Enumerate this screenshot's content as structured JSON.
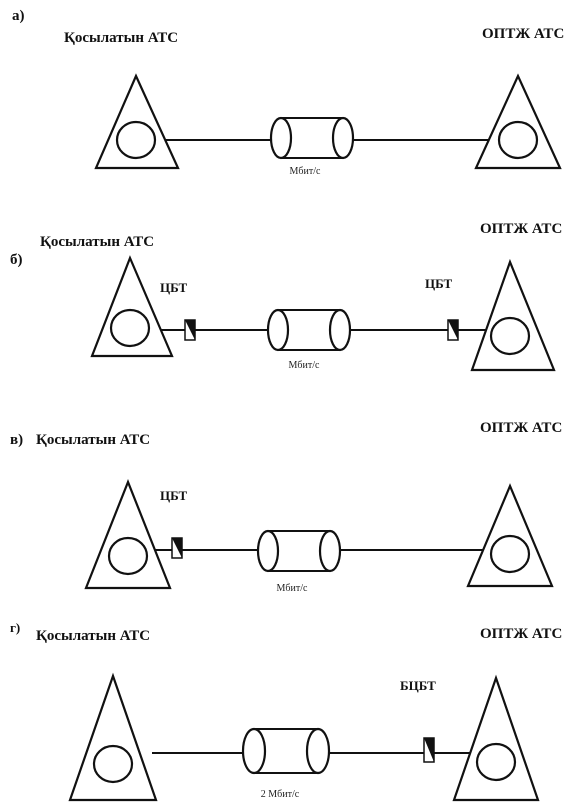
{
  "panels": [
    {
      "marker": "а)",
      "left_label": "Қосылатын АТС",
      "right_label": "ОПТЖ АТС",
      "cable_label": "Мбит/с",
      "left_converter": "",
      "right_converter": ""
    },
    {
      "marker": "б)",
      "left_label": "Қосылатын АТС",
      "right_label": "ОПТЖ АТС",
      "cable_label": "Мбит/с",
      "left_converter": "ЦБТ",
      "right_converter": "ЦБТ"
    },
    {
      "marker": "в)",
      "left_label": "Қосылатын АТС",
      "right_label": "ОПТЖ АТС",
      "cable_label": "Мбит/с",
      "left_converter": "ЦБТ",
      "right_converter": ""
    },
    {
      "marker": "г)",
      "left_label": "Қосылатын АТС",
      "right_label": "ОПТЖ АТС",
      "cable_label": "2 Мбит/с",
      "left_converter": "",
      "right_converter": "БЦБТ"
    }
  ]
}
